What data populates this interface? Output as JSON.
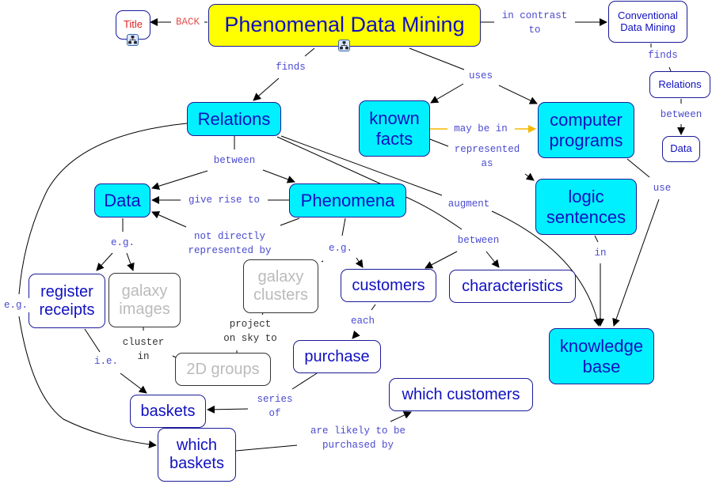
{
  "diagram": {
    "title": "Phenomenal Data Mining",
    "colors": {
      "node_text": "#1010c0",
      "cyan_fill": "#00f0ff",
      "yellow_fill": "#ffff00",
      "gray_text": "#bbbbbb",
      "link_label": "#4a4ad0",
      "highlight_link": "#f5b800",
      "back_link": "#e05050"
    },
    "nodes": {
      "title_link": "Title",
      "main": "Phenomenal Data Mining",
      "conventional": "Conventional\nData Mining",
      "relations_small": "Relations",
      "data_small": "Data",
      "relations": "Relations",
      "known_facts": "known\nfacts",
      "computer_programs": "computer\nprograms",
      "logic_sentences": "logic\nsentences",
      "data": "Data",
      "phenomena": "Phenomena",
      "register_receipts": "register\nreceipts",
      "galaxy_images": "galaxy\nimages",
      "galaxy_clusters": "galaxy\nclusters",
      "customers": "customers",
      "characteristics": "characteristics",
      "knowledge_base": "knowledge\nbase",
      "two_d_groups": "2D groups",
      "purchase": "purchase",
      "baskets": "baskets",
      "which_customers": "which customers",
      "which_baskets": "which\nbaskets"
    },
    "links": {
      "back": "BACK",
      "in_contrast_to": "in contrast\nto",
      "finds_conv": "finds",
      "between_conv": "between",
      "finds": "finds",
      "uses": "uses",
      "may_be_in": "may be in",
      "represented_as": "represented\nas",
      "use": "use",
      "in": "in",
      "between_rel": "between",
      "augment": "augment",
      "give_rise_to": "give rise to",
      "not_directly": "not directly\nrepresented by",
      "eg_data": "e.g.",
      "eg_phen": "e.g.",
      "between_phen": "between",
      "eg_left": "e.g.",
      "cluster_in": "cluster\nin",
      "project_on_sky": "project\non sky to",
      "ie": "i.e.",
      "each": "each",
      "series_of": "series\nof",
      "likely_purchased": "are likely to be\npurchased by"
    }
  }
}
